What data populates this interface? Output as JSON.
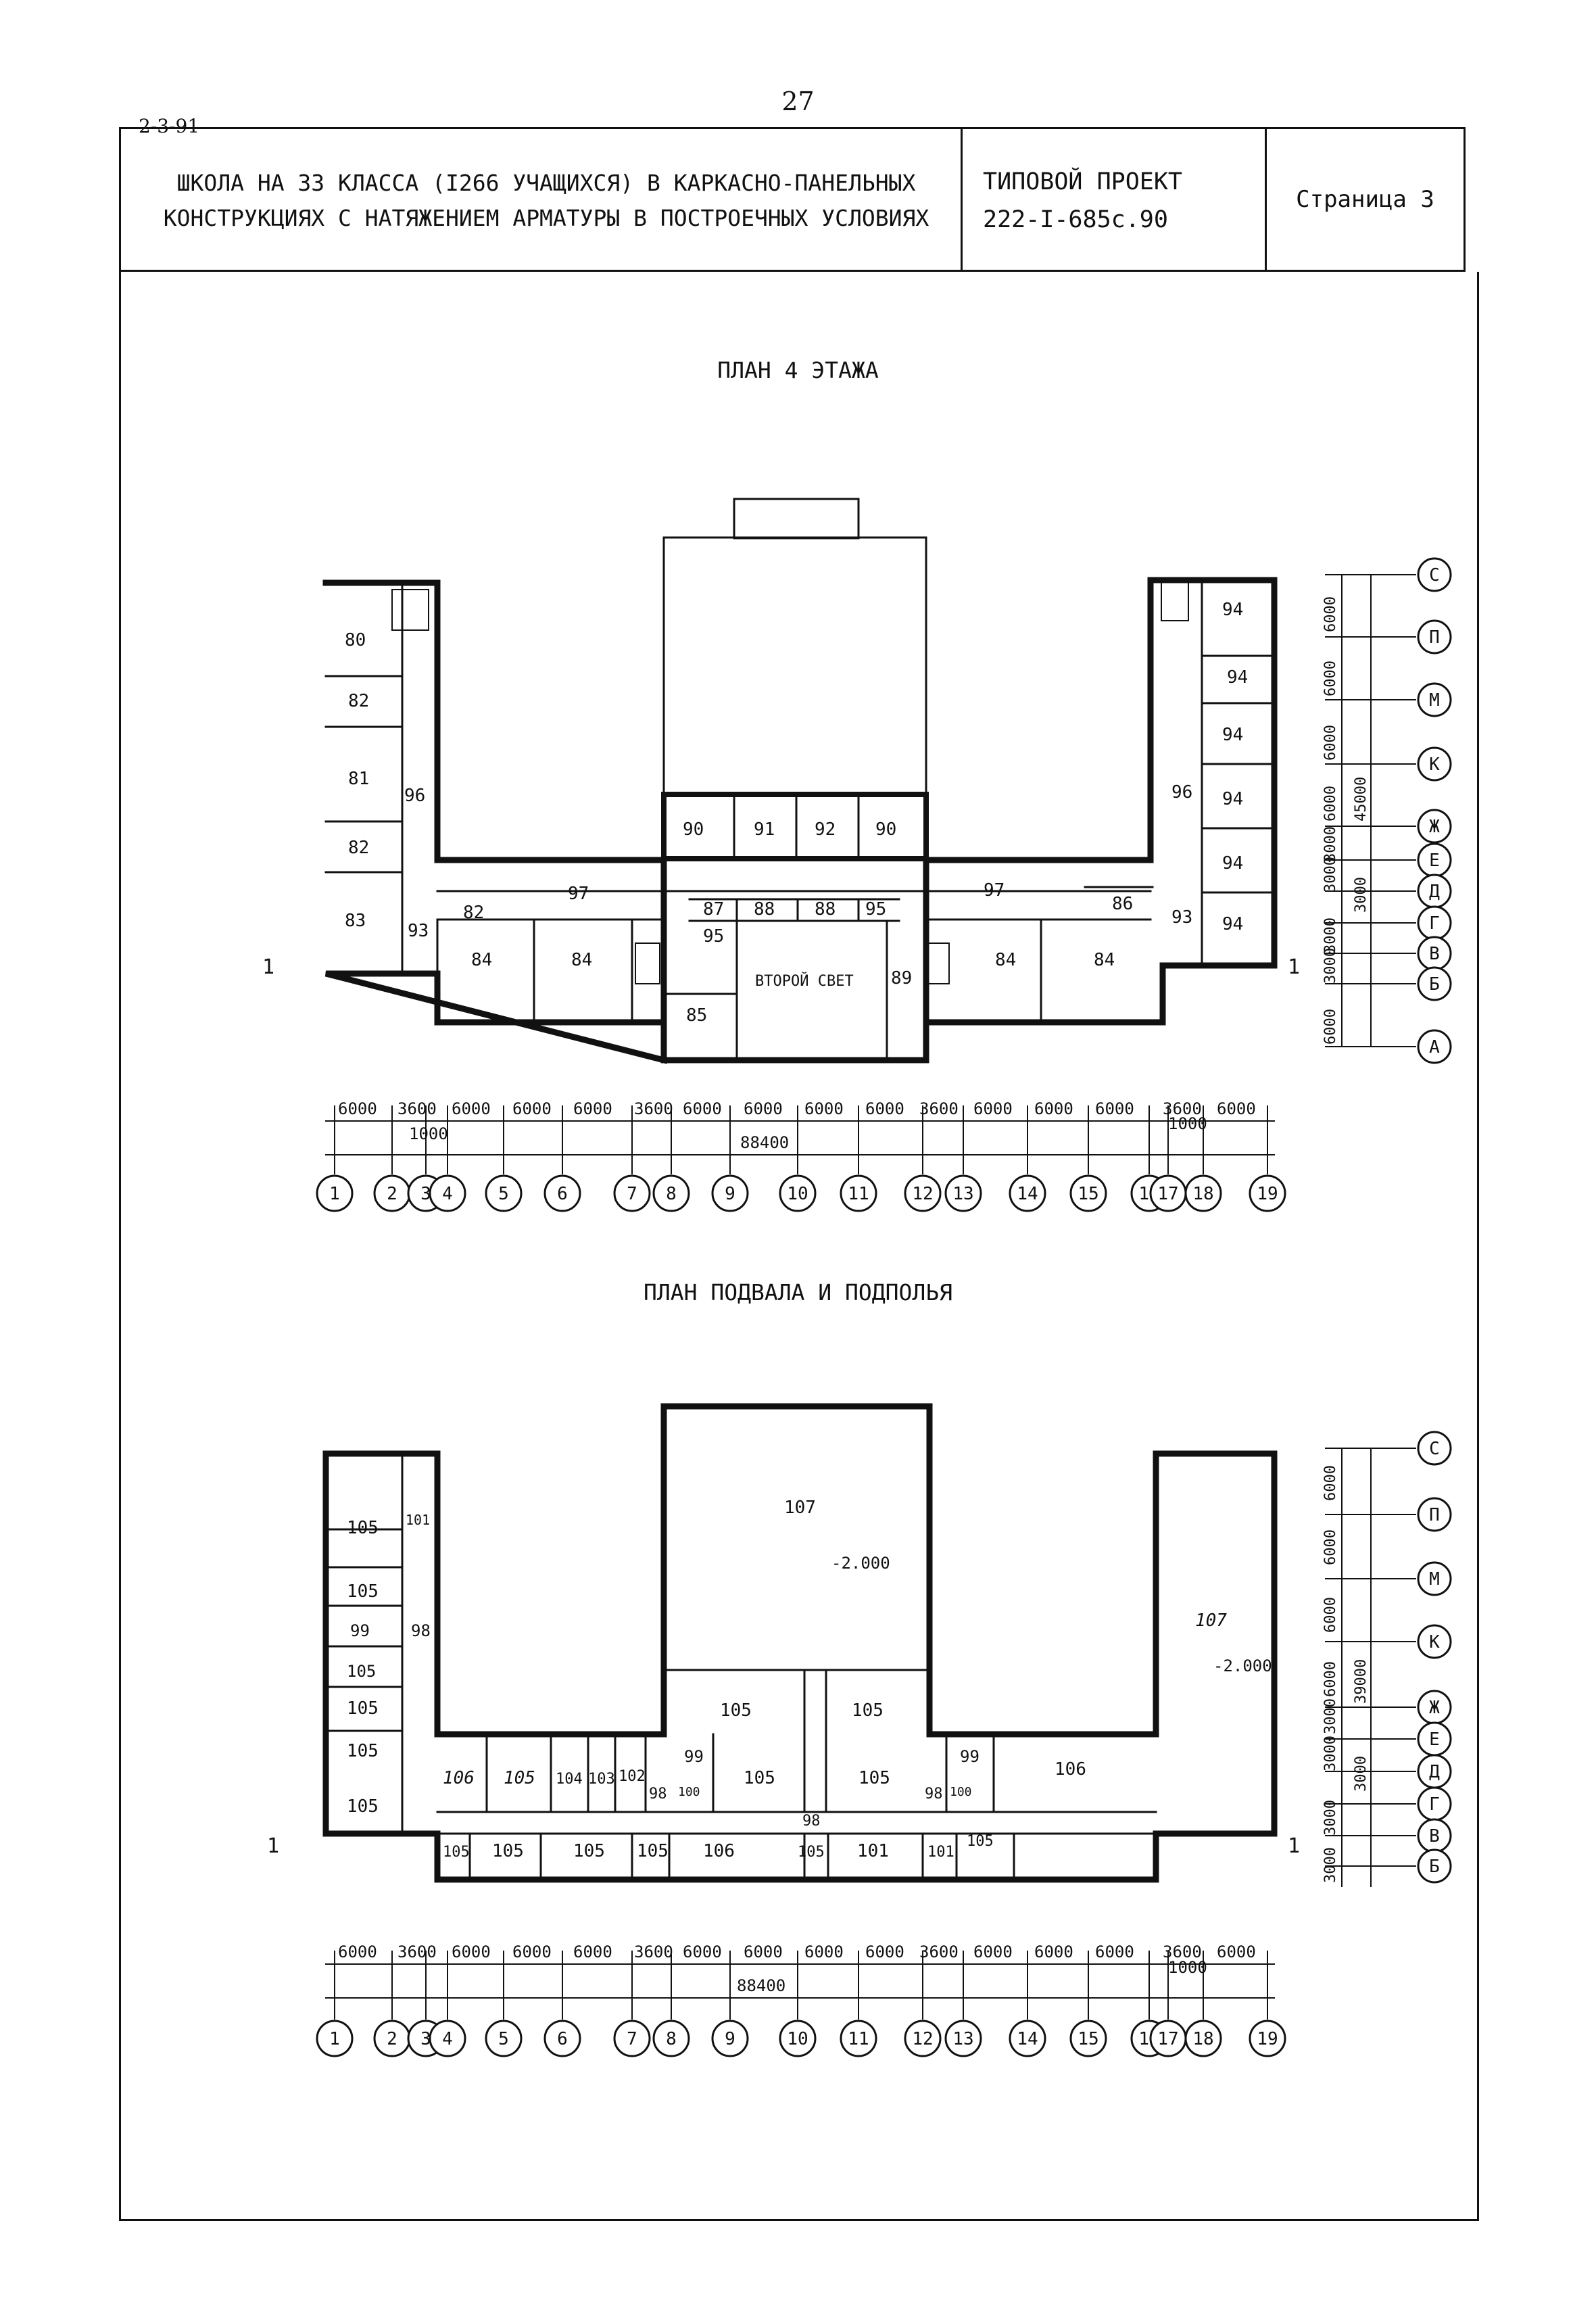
{
  "header": {
    "page_number": "27",
    "doc_code": "2-3-91",
    "title_line1": "ШКОЛА НА 33 КЛАССА (I266 УЧАЩИХСЯ) В КАРКАСНО-ПАНЕЛЬНЫХ",
    "title_line2": "КОНСТРУКЦИЯХ С НАТЯЖЕНИЕМ АРМАТУРЫ В ПОСТРОЕЧНЫХ УСЛОВИЯХ",
    "project_label": "ТИПОВОЙ ПРОЕКТ",
    "project_number": "222-I-685с.90",
    "page_label": "Страница 3"
  },
  "plan4": {
    "title": "ПЛАН 4 ЭТАЖА",
    "second_light": "ВТОРОЙ СВЕТ",
    "section_left": "1",
    "section_right": "1",
    "rooms": [
      "80",
      "82",
      "81",
      "82",
      "83",
      "93",
      "82",
      "84",
      "84",
      "96",
      "97",
      "90",
      "91",
      "92",
      "90",
      "87",
      "88",
      "88",
      "95",
      "95",
      "85",
      "89",
      "97",
      "84",
      "84",
      "86",
      "93",
      "94",
      "94",
      "94",
      "94",
      "94",
      "94",
      "96"
    ],
    "axes_bottom": [
      "1",
      "2",
      "3",
      "4",
      "5",
      "6",
      "7",
      "8",
      "9",
      "10",
      "11",
      "12",
      "13",
      "14",
      "15",
      "16",
      "17",
      "18",
      "19"
    ],
    "spacings_bottom": [
      "6000",
      "3600",
      "6000",
      "6000",
      "6000",
      "3600",
      "6000",
      "6000",
      "6000",
      "6000",
      "3600",
      "6000",
      "6000",
      "6000",
      "3600",
      "6000"
    ],
    "total_length": "88400",
    "sub_dim_left": "1000",
    "sub_dim_right": "1000",
    "axes_right": [
      "С",
      "П",
      "М",
      "К",
      "Ж",
      "Е",
      "Д",
      "Г",
      "В",
      "Б",
      "А"
    ],
    "spacings_right": [
      "6000",
      "6000",
      "6000",
      "6000",
      "3000",
      "3000",
      "3000",
      "3000",
      "6000"
    ],
    "total_height": "45000",
    "sub_dim_vertical": "3000"
  },
  "basement": {
    "title": "ПЛАН ПОДВАЛА И ПОДПОЛЬЯ",
    "level_center": "-2.000",
    "level_right": "-2.000",
    "section_left": "1",
    "section_right": "1",
    "rooms": [
      "105",
      "101",
      "105",
      "99",
      "105",
      "105",
      "105",
      "105",
      "98",
      "107",
      "105",
      "105",
      "106",
      "105",
      "104",
      "103",
      "102",
      "99",
      "100",
      "98",
      "105",
      "105",
      "98",
      "99",
      "100",
      "98",
      "106",
      "107",
      "105",
      "105",
      "105",
      "105",
      "106",
      "105",
      "101",
      "101",
      "105"
    ],
    "axes_bottom": [
      "1",
      "2",
      "3",
      "4",
      "5",
      "6",
      "7",
      "8",
      "9",
      "10",
      "11",
      "12",
      "13",
      "14",
      "15",
      "16",
      "17",
      "18",
      "19"
    ],
    "spacings_bottom": [
      "6000",
      "3600",
      "6000",
      "6000",
      "6000",
      "3600",
      "6000",
      "6000",
      "6000",
      "6000",
      "3600",
      "6000",
      "6000",
      "6000",
      "3600",
      "6000"
    ],
    "total_length": "88400",
    "sub_dim_right": "1000",
    "axes_right": [
      "С",
      "П",
      "М",
      "К",
      "Ж",
      "Е",
      "Д",
      "Г",
      "В",
      "Б"
    ],
    "spacings_right": [
      "6000",
      "6000",
      "6000",
      "6000",
      "3000",
      "3000",
      "3000",
      "3000"
    ],
    "total_height": "39000",
    "sub_dim_vertical": "3000"
  }
}
